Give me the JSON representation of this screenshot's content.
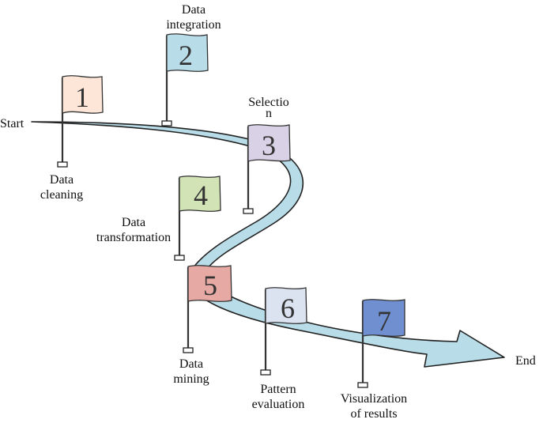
{
  "labels": {
    "start": "Start",
    "end": "End"
  },
  "steps": [
    {
      "number": "1",
      "name_line1": "Data",
      "name_line2": "cleaning",
      "color": "#fde6d8"
    },
    {
      "number": "2",
      "name_line1": "Data",
      "name_line2": "integration",
      "color": "#b9dde8"
    },
    {
      "number": "3",
      "name_line1": "Selectio",
      "name_line2": "n",
      "color": "#d9d2e6"
    },
    {
      "number": "4",
      "name_line1": "Data",
      "name_line2": "transformation",
      "color": "#d2e3b6"
    },
    {
      "number": "5",
      "name_line1": "Data",
      "name_line2": "mining",
      "color": "#e7a9a3"
    },
    {
      "number": "6",
      "name_line1": "Pattern",
      "name_line2": "evaluation",
      "color": "#dbe3f1"
    },
    {
      "number": "7",
      "name_line1": "Visualization",
      "name_line2": "of results",
      "color": "#6f8fd0"
    }
  ],
  "colors": {
    "road": "#b8dde8",
    "road_outline": "#222222"
  }
}
